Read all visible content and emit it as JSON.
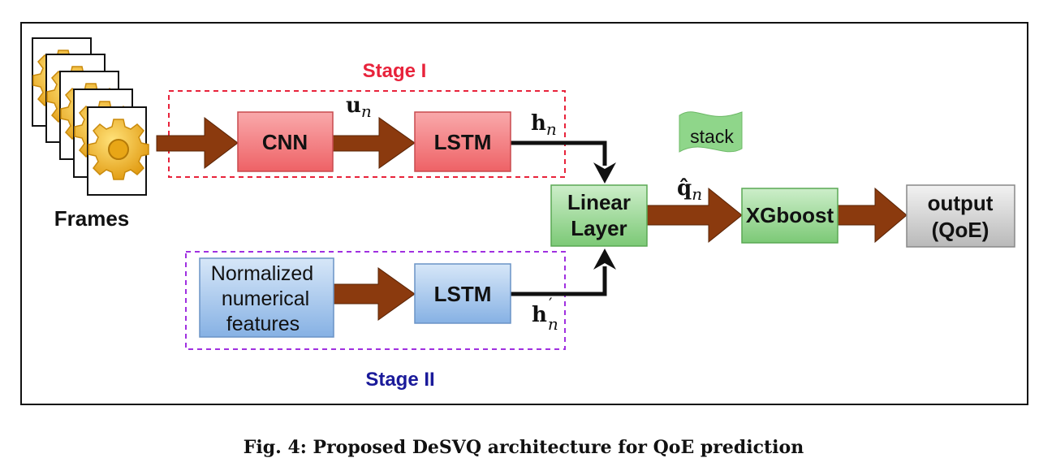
{
  "colors": {
    "stage1": "#e8233b",
    "stage2": "#1a1a9a",
    "stage2_border": "#a030e0",
    "arrow_brown": "#8b3a0e",
    "red_box": "#f27a7e",
    "blue_box": "#9ec3ec",
    "green_box": "#8fd68a",
    "gray_box": "#c8c8c8",
    "gear": "#f2b21c"
  },
  "labels": {
    "stage1": "Stage I",
    "stage2": "Stage II",
    "frames": "Frames",
    "cnn": "CNN",
    "lstm1": "LSTM",
    "lstm2": "LSTM",
    "normalized_line1": "Normalized",
    "normalized_line2": "numerical",
    "normalized_line3": "features",
    "linear_line1": "Linear",
    "linear_line2": "Layer",
    "xgboost": "XGboost",
    "output_line1": "output",
    "output_line2": "(QoE)",
    "stack": "stack"
  },
  "math": {
    "u": "u",
    "u_sub": "n",
    "h": "h",
    "h_sub": "n",
    "hp": "h",
    "hp_sub": "n",
    "hp_prime": "′",
    "q": "q̂",
    "q_sub": "n"
  },
  "caption": "Fig. 4: Proposed DeSVQ architecture for QoE prediction",
  "icons": {
    "frames": "gear-icon-stack",
    "stack": "flag-banner-icon"
  }
}
